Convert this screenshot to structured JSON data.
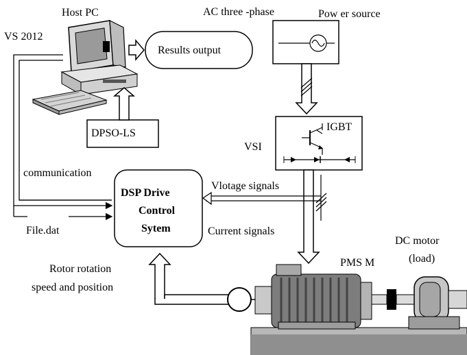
{
  "labels": {
    "host_pc": "Host PC",
    "vs2012": "VS 2012",
    "ac_three_phase": "AC three -phase",
    "power_source": "Pow er source",
    "results_output": "Results output",
    "dpso_ls": "DPSO-LS",
    "vsi": "VSI",
    "igbt": "IGBT",
    "communication": "communication",
    "file_dat": "File.dat",
    "dsp_line1": "DSP Drive",
    "dsp_line2": "Control",
    "dsp_line3": "Sytem",
    "voltage_signals": "Vlotage signals",
    "current_signals": "Current signals",
    "rotor_line1": "Rotor rotation",
    "rotor_line2": "speed and position",
    "pmsm": "PMS M",
    "dc_motor_line1": "DC motor",
    "dc_motor_line2": "(load)"
  },
  "icons": [
    "computer-icon",
    "ac-source-icon",
    "igbt-transistor-icon",
    "three-phase-slash-icon",
    "sensor-icon",
    "motor-icon",
    "load-motor-icon"
  ]
}
